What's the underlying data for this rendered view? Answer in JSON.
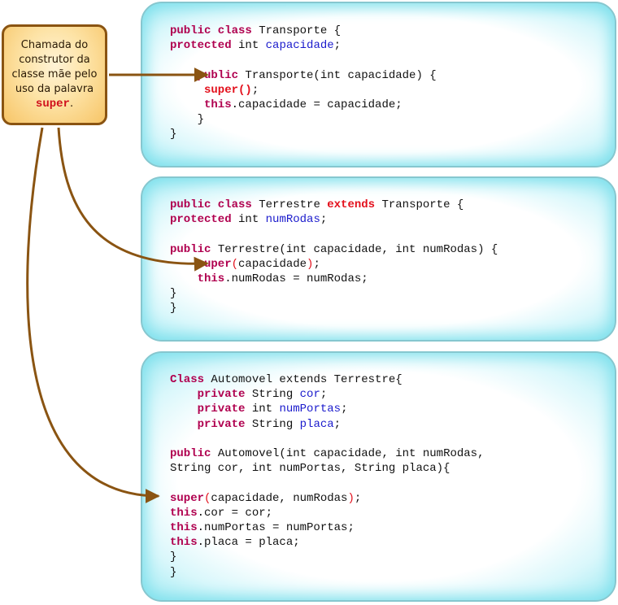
{
  "callout": {
    "line1": "Chamada do",
    "line2": "construtor da",
    "line3": "classe mãe pelo",
    "line4": "uso da palavra",
    "keyword": "super",
    "end": "."
  },
  "box1": {
    "l1a": "public class",
    "l1b": " Transporte {",
    "l2a": "protected",
    "l2b": " int ",
    "l2c": "capacidade",
    "l2d": ";",
    "l3a": "    public",
    "l3b": " Transporte(int capacidade) {",
    "l4a": "     super",
    "l4b": "()",
    "l4c": ";",
    "l5a": "     this",
    "l5b": ".capacidade = capacidade;",
    "l6": "    }",
    "l7": "}"
  },
  "box2": {
    "l1a": "public class",
    "l1b": " Terrestre ",
    "l1c": "extends",
    "l1d": " Transporte {",
    "l2a": "protected",
    "l2b": " int ",
    "l2c": "numRodas",
    "l2d": ";",
    "l3a": "public",
    "l3b": " Terrestre(int capacidade, int numRodas) {",
    "l4a": "    super",
    "l4b": "(",
    "l4c": "capacidade",
    "l4d": ")",
    "l4e": ";",
    "l5a": "    this",
    "l5b": ".numRodas = numRodas;",
    "l6": "}",
    "l7": "}"
  },
  "box3": {
    "l1a": "Class",
    "l1b": " Automovel extends Terrestre{",
    "l2a": "    private",
    "l2b": " String ",
    "l2c": "cor",
    "l2d": ";",
    "l3a": "    private",
    "l3b": " int ",
    "l3c": "numPortas",
    "l3d": ";",
    "l4a": "    private",
    "l4b": " String ",
    "l4c": "placa",
    "l4d": ";",
    "l5a": "public",
    "l5b": " Automovel(int capacidade, int numRodas,",
    "l6": "String cor, int numPortas, String placa){",
    "l7a": "super",
    "l7b": "(",
    "l7c": "capacidade, numRodas",
    "l7d": ")",
    "l7e": ";",
    "l8a": "this",
    "l8b": ".cor = cor;",
    "l9a": "this",
    "l9b": ".numPortas = numPortas;",
    "l10a": "this",
    "l10b": ".placa = placa;",
    "l11": "}",
    "l12": "}"
  },
  "colors": {
    "keyword": "#b0004f",
    "super_keyword": "#e3101c",
    "identifier": "#1a1acc",
    "arrow": "#8a5412",
    "callout_border": "#8a5412",
    "box_glow": "#9ee9f2"
  }
}
